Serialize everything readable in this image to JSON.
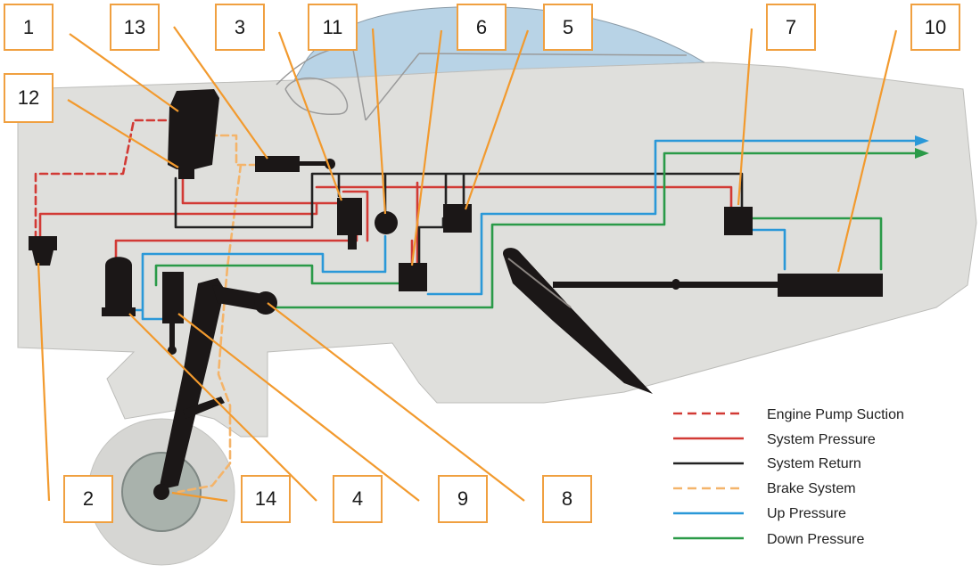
{
  "colors": {
    "fuselage": "#dfdfdc",
    "canopy": "#b8d3e6",
    "wheel_outer": "#d6d6d3",
    "wheel_inner": "#a9b2ac",
    "component": "#1b1717",
    "callout_border": "#f0a040",
    "leader": "#f29a2e"
  },
  "callouts": [
    "1",
    "13",
    "3",
    "11",
    "6",
    "5",
    "7",
    "10",
    "12",
    "2",
    "14",
    "4",
    "9",
    "8"
  ],
  "legend": [
    {
      "label": "Engine Pump Suction",
      "color": "#d23a35",
      "dashed": true
    },
    {
      "label": "System Pressure",
      "color": "#d23a35",
      "dashed": false
    },
    {
      "label": "System Return",
      "color": "#222222",
      "dashed": false
    },
    {
      "label": "Brake System",
      "color": "#f4b46a",
      "dashed": true
    },
    {
      "label": "Up Pressure",
      "color": "#2a98d8",
      "dashed": false
    },
    {
      "label": "Down Pressure",
      "color": "#2a9a48",
      "dashed": false
    }
  ]
}
